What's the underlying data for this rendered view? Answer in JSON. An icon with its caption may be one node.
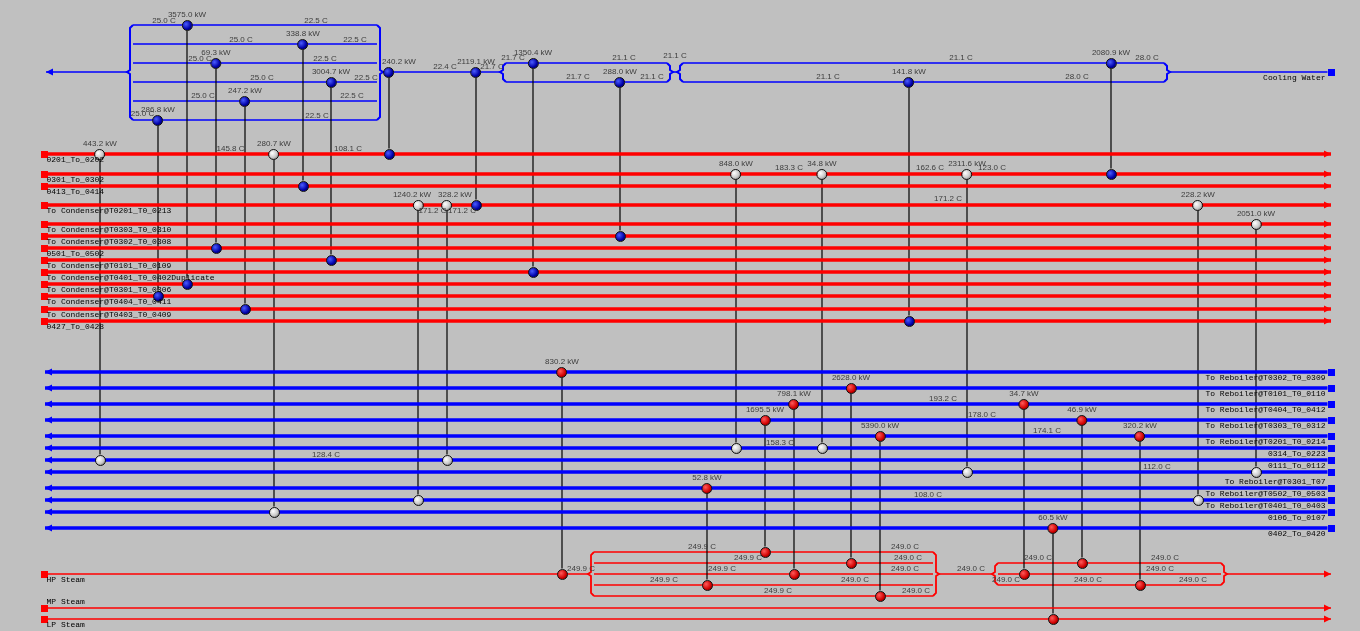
{
  "diagram": {
    "nodes": [
      {
        "text": [
          "3575.0 kW"
        ]
      },
      {
        "text": [],
        "shape": "circle"
      },
      {
        "text": [
          "338.8 kW"
        ]
      },
      {
        "text": [],
        "shape": "circle"
      },
      {
        "text": [
          "69.3 kW"
        ]
      },
      {
        "text": [],
        "shape": "circle"
      },
      {
        "text": [
          "3004.7 kW"
        ]
      },
      {
        "text": [],
        "shape": "circle"
      },
      {
        "text": [
          "247.2 kW"
        ]
      },
      {
        "text": [],
        "shape": "circle"
      },
      {
        "text": [
          "286.8 kW"
        ]
      },
      {
        "text": [],
        "shape": "circle"
      },
      {
        "text": [
          "240.2 kW"
        ]
      },
      {
        "text": [],
        "shape": "circle"
      },
      {
        "text": [
          "2119.1 kW"
        ]
      },
      {
        "text": [],
        "shape": "circle"
      },
      {
        "text": [
          "1350.4 kW"
        ]
      },
      {
        "text": [],
        "shape": "circle"
      },
      {
        "text": [
          "288.0 kW"
        ]
      },
      {
        "text": [],
        "shape": "circle"
      },
      {
        "text": [
          "141.8 kW"
        ]
      },
      {
        "text": [],
        "shape": "circle"
      },
      {
        "text": [
          "2080.9 kW"
        ]
      },
      {
        "text": [],
        "shape": "circle"
      },
      {
        "text": [
          "443.2 kW"
        ]
      },
      {
        "text": [],
        "shape": "circle"
      },
      {
        "text": [
          "280.7 kW"
        ]
      },
      {
        "text": [],
        "shape": "circle"
      },
      {
        "text": [
          "1240.2 kW"
        ]
      },
      {
        "text": [],
        "shape": "circle"
      },
      {
        "text": [
          "328.2 kW"
        ]
      },
      {
        "text": [],
        "shape": "circle"
      },
      {
        "text": [
          "848.0 kW"
        ]
      },
      {
        "text": [],
        "shape": "circle"
      },
      {
        "text": [
          "34.8 kW"
        ]
      },
      {
        "text": [],
        "shape": "circle"
      },
      {
        "text": [
          "2311.6 kW"
        ]
      },
      {
        "text": [],
        "shape": "circle"
      },
      {
        "text": [
          "228.2 kW"
        ]
      },
      {
        "text": [],
        "shape": "circle"
      },
      {
        "text": [
          "2051.0 kW"
        ]
      },
      {
        "text": [],
        "shape": "circle"
      },
      {
        "text": [
          "830.2 kW"
        ]
      },
      {
        "text": [],
        "shape": "circle"
      },
      {
        "text": [
          "52.8 kW"
        ]
      },
      {
        "text": [],
        "shape": "circle"
      },
      {
        "text": [
          "1695.5 kW"
        ]
      },
      {
        "text": [],
        "shape": "circle"
      },
      {
        "text": [
          "798.1 kW"
        ]
      },
      {
        "text": [],
        "shape": "circle"
      },
      {
        "text": [
          "2628.0 kW"
        ]
      },
      {
        "text": [],
        "shape": "circle"
      },
      {
        "text": [
          "5390.0 kW"
        ]
      },
      {
        "text": [],
        "shape": "circle"
      },
      {
        "text": [
          "34.7 kW"
        ]
      },
      {
        "text": [],
        "shape": "circle"
      },
      {
        "text": [
          "46.9 kW"
        ]
      },
      {
        "text": [],
        "shape": "circle"
      },
      {
        "text": [
          "320.2 kW"
        ]
      },
      {
        "text": [],
        "shape": "circle"
      },
      {
        "text": [
          "60.5 kW"
        ]
      },
      {
        "text": [],
        "shape": "circle"
      },
      {
        "text": [
          "Cooling Water"
        ]
      },
      {
        "text": [
          "0201_To_0202"
        ]
      },
      {
        "text": [
          "0301_To_0302"
        ]
      },
      {
        "text": [
          "0413_To_0414"
        ]
      },
      {
        "text": [
          "To Condenser@T0201_T0_0213"
        ]
      },
      {
        "text": [
          "To Condenser@T0303_T0_0310"
        ]
      },
      {
        "text": [
          "To Condenser@T0302_T0_0308"
        ]
      },
      {
        "text": [
          "0501_To_0502"
        ]
      },
      {
        "text": [
          "To Condenser@T0101_T0_0109"
        ]
      },
      {
        "text": [
          "To Condenser@T0401_T0_0402Duplicate"
        ]
      },
      {
        "text": [
          "To Condenser@T0301_T0_0306"
        ]
      },
      {
        "text": [
          "To Condenser@T0404_T0_0411"
        ]
      },
      {
        "text": [
          "To Condenser@T0403_T0_0409"
        ]
      },
      {
        "text": [
          "0427_To_0428"
        ]
      },
      {
        "text": [
          "To Reboiler@T0302_T0_0309"
        ]
      },
      {
        "text": [
          "To Reboiler@T0101_T0_0110"
        ]
      },
      {
        "text": [
          "To Reboiler@T0404_T0_0412"
        ]
      },
      {
        "text": [
          "To Reboiler@T0303_T0_0312"
        ]
      },
      {
        "text": [
          "To Reboiler@T0201_T0_0214"
        ]
      },
      {
        "text": [
          "0314_To_0223"
        ]
      },
      {
        "text": [
          "0111_To_0112"
        ]
      },
      {
        "text": [
          "To Reboiler@T0301_T07"
        ]
      },
      {
        "text": [
          "To Reboiler@T0502_T0_0503"
        ]
      },
      {
        "text": [
          "To Reboiler@T0401_T0_0403"
        ]
      },
      {
        "text": [
          "0106_To_0107"
        ]
      },
      {
        "text": [
          "0402_To_0420"
        ]
      },
      {
        "text": [
          "HP Steam"
        ]
      },
      {
        "text": [
          "MP Steam"
        ]
      },
      {
        "text": [
          "LP Steam"
        ]
      }
    ],
    "edges": [
      {
        "from": 0,
        "to": 1,
        "arrow": "none"
      },
      {
        "from": 2,
        "to": 3,
        "arrow": "none"
      },
      {
        "from": 4,
        "to": 5,
        "arrow": "none"
      },
      {
        "from": 6,
        "to": 7,
        "arrow": "none"
      },
      {
        "from": 8,
        "to": 9,
        "arrow": "none"
      },
      {
        "from": 10,
        "to": 11,
        "arrow": "none"
      },
      {
        "from": 12,
        "to": 13,
        "arrow": "none"
      },
      {
        "from": 14,
        "to": 15,
        "arrow": "none"
      },
      {
        "from": 16,
        "to": 17,
        "arrow": "none"
      },
      {
        "from": 18,
        "to": 19,
        "arrow": "none"
      },
      {
        "from": 20,
        "to": 21,
        "arrow": "none"
      },
      {
        "from": 22,
        "to": 23,
        "arrow": "none"
      },
      {
        "from": 24,
        "to": 25,
        "arrow": "none"
      },
      {
        "from": 26,
        "to": 27,
        "arrow": "none"
      },
      {
        "from": 28,
        "to": 29,
        "arrow": "none"
      },
      {
        "from": 30,
        "to": 31,
        "arrow": "none"
      },
      {
        "from": 32,
        "to": 33,
        "arrow": "none"
      },
      {
        "from": 34,
        "to": 35,
        "arrow": "none"
      },
      {
        "from": 36,
        "to": 37,
        "arrow": "none"
      },
      {
        "from": 38,
        "to": 39,
        "arrow": "none"
      },
      {
        "from": 40,
        "to": 41,
        "arrow": "none"
      },
      {
        "from": 42,
        "to": 43,
        "arrow": "none"
      },
      {
        "from": 44,
        "to": 45,
        "arrow": "none"
      },
      {
        "from": 46,
        "to": 47,
        "arrow": "none"
      },
      {
        "from": 48,
        "to": 49,
        "arrow": "none"
      },
      {
        "from": 50,
        "to": 51,
        "arrow": "none"
      },
      {
        "from": 52,
        "to": 53,
        "arrow": "none"
      },
      {
        "from": 54,
        "to": 55,
        "arrow": "none"
      },
      {
        "from": 56,
        "to": 57,
        "arrow": "none"
      },
      {
        "from": 58,
        "to": 59,
        "arrow": "none"
      },
      {
        "from": 60,
        "to": 61,
        "arrow": "none"
      },
      {
        "from": 62,
        "to": null,
        "arrow": "to",
        "color": "#0000ff"
      },
      {
        "from": 63,
        "to": null,
        "arrow": "to",
        "style": "thick",
        "color": "#ff0000"
      },
      {
        "from": 64,
        "to": null,
        "arrow": "to",
        "style": "thick",
        "color": "#ff0000"
      },
      {
        "from": 65,
        "to": null,
        "arrow": "to",
        "style": "thick",
        "color": "#ff0000"
      },
      {
        "from": 66,
        "to": null,
        "arrow": "to",
        "style": "thick",
        "color": "#ff0000"
      },
      {
        "from": 67,
        "to": null,
        "arrow": "to",
        "style": "thick",
        "color": "#ff0000"
      },
      {
        "from": 68,
        "to": null,
        "arrow": "to",
        "style": "thick",
        "color": "#ff0000"
      },
      {
        "from": 69,
        "to": null,
        "arrow": "to",
        "style": "thick",
        "color": "#ff0000"
      },
      {
        "from": 70,
        "to": null,
        "arrow": "to",
        "style": "thick",
        "color": "#ff0000"
      },
      {
        "from": 71,
        "to": null,
        "arrow": "to",
        "style": "thick",
        "color": "#ff0000"
      },
      {
        "from": 72,
        "to": null,
        "arrow": "to",
        "style": "thick",
        "color": "#ff0000"
      },
      {
        "from": 73,
        "to": null,
        "arrow": "to",
        "style": "thick",
        "color": "#ff0000"
      },
      {
        "from": 74,
        "to": null,
        "arrow": "to",
        "style": "thick",
        "color": "#ff0000"
      },
      {
        "from": 75,
        "to": null,
        "arrow": "to",
        "style": "thick",
        "color": "#ff0000"
      },
      {
        "from": 76,
        "to": null,
        "arrow": "to",
        "style": "thick",
        "color": "#0000ff"
      },
      {
        "from": 77,
        "to": null,
        "arrow": "to",
        "style": "thick",
        "color": "#0000ff"
      },
      {
        "from": 78,
        "to": null,
        "arrow": "to",
        "style": "thick",
        "color": "#0000ff"
      },
      {
        "from": 79,
        "to": null,
        "arrow": "to",
        "style": "thick",
        "color": "#0000ff"
      },
      {
        "from": 80,
        "to": null,
        "arrow": "to",
        "style": "thick",
        "color": "#0000ff"
      },
      {
        "from": 81,
        "to": null,
        "arrow": "to",
        "style": "thick",
        "color": "#0000ff"
      },
      {
        "from": 82,
        "to": null,
        "arrow": "to",
        "style": "thick",
        "color": "#0000ff"
      },
      {
        "from": 83,
        "to": null,
        "arrow": "to",
        "style": "thick",
        "color": "#0000ff"
      },
      {
        "from": 84,
        "to": null,
        "arrow": "to",
        "style": "thick",
        "color": "#0000ff"
      },
      {
        "from": 85,
        "to": null,
        "arrow": "to",
        "style": "thick",
        "color": "#0000ff"
      },
      {
        "from": 86,
        "to": null,
        "arrow": "to",
        "style": "thick",
        "color": "#0000ff"
      },
      {
        "from": 87,
        "to": null,
        "arrow": "to",
        "style": "thick",
        "color": "#0000ff"
      },
      {
        "from": 88,
        "to": null,
        "arrow": "to",
        "color": "#ff0000"
      },
      {
        "from": 89,
        "to": null,
        "arrow": "to",
        "color": "#ff0000"
      },
      {
        "from": 90,
        "to": null,
        "arrow": "to",
        "color": "#ff0000"
      }
    ],
    "labels": [
      "25.0 C",
      "22.5 C",
      "25.0 C",
      "22.5 C",
      "25.0 C",
      "22.5 C",
      "25.0 C",
      "22.5 C",
      "25.0 C",
      "22.5 C",
      "25.0 C",
      "22.5 C",
      "22.4 C",
      "21.7 C",
      "21.7 C",
      "21.1 C",
      "21.7 C",
      "21.1 C",
      "21.1 C",
      "21.1 C",
      "28.0 C",
      "21.1 C",
      "28.0 C",
      "145.8 C",
      "108.1 C",
      "171.2 C",
      "171.2 C",
      "183.3 C",
      "162.6 C",
      "123.0 C",
      "171.2 C",
      "128.4 C",
      "158.3 C",
      "193.2 C",
      "178.0 C",
      "174.1 C",
      "112.0 C",
      "108.0 C",
      "249.9 C",
      "249.9 C",
      "249.0 C",
      "249.9 C",
      "249.0 C",
      "249.9 C",
      "249.0 C",
      "249.9 C",
      "249.0 C",
      "249.9 C",
      "249.0 C",
      "249.0 C",
      "249.0 C",
      "249.0 C",
      "249.0 C",
      "249.0 C",
      "249.0 C",
      "249.0 C"
    ]
  }
}
